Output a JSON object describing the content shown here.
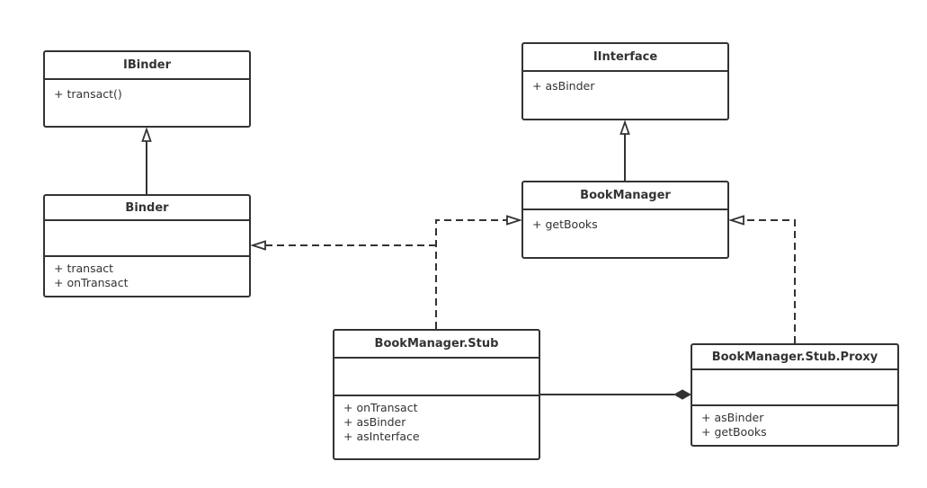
{
  "classes": {
    "ibinder": {
      "name": "IBinder",
      "members": [
        "+ transact()"
      ]
    },
    "binder": {
      "name": "Binder",
      "attributes": [],
      "methods": [
        "+ transact",
        "+ onTransact"
      ]
    },
    "iinterface": {
      "name": "IInterface",
      "members": [
        "+ asBinder"
      ]
    },
    "bookmanager": {
      "name": "BookManager",
      "members": [
        "+ getBooks"
      ]
    },
    "stub": {
      "name": "BookManager.Stub",
      "attributes": [],
      "methods": [
        "+ onTransact",
        "+ asBinder",
        "+ asInterface"
      ]
    },
    "proxy": {
      "name": "BookManager.Stub.Proxy",
      "attributes": [],
      "methods": [
        "+ asBinder",
        "+ getBooks"
      ]
    }
  },
  "relations": [
    {
      "from": "Binder",
      "to": "IBinder",
      "kind": "generalization"
    },
    {
      "from": "BookManager",
      "to": "IInterface",
      "kind": "generalization"
    },
    {
      "from": "BookManager.Stub",
      "to": "Binder",
      "kind": "realization"
    },
    {
      "from": "BookManager.Stub",
      "to": "BookManager",
      "kind": "realization"
    },
    {
      "from": "BookManager.Stub.Proxy",
      "to": "BookManager",
      "kind": "realization"
    },
    {
      "from": "BookManager.Stub",
      "to": "BookManager.Stub.Proxy",
      "kind": "composition"
    }
  ],
  "colors": {
    "stroke": "#333333",
    "background": "#ffffff"
  }
}
